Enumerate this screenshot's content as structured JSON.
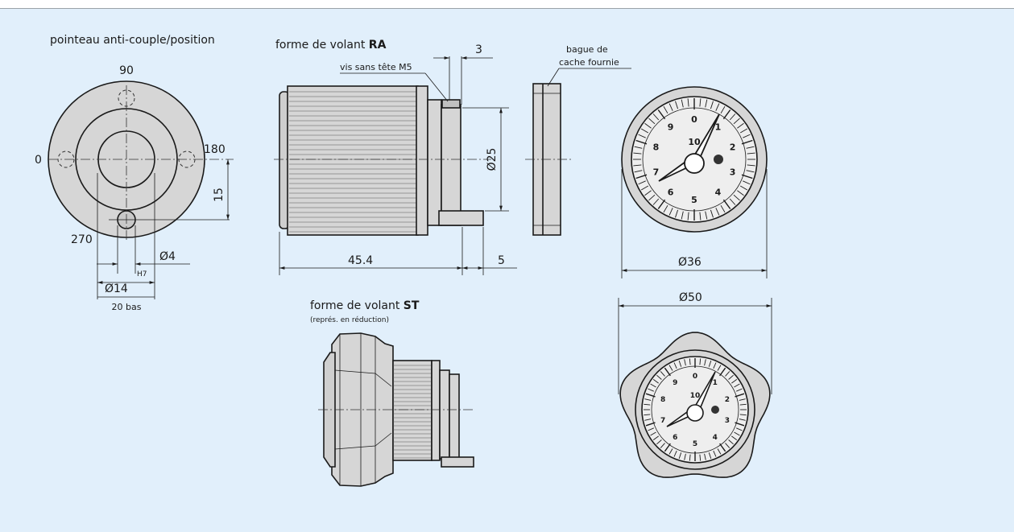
{
  "colors": {
    "background": "#e1effb",
    "part_fill": "#d6d6d6",
    "dial_fill": "#eeeeee",
    "line": "#1a1a1a"
  },
  "views": {
    "pointer_view": {
      "title": "pointeau anti-couple/position",
      "angle_top": "90",
      "angle_left": "0",
      "angle_right": "180",
      "angle_bottom": "270",
      "dim_offset": "15",
      "dim_pin": "Ø4",
      "dim_tolerance": "H7",
      "dim_bore": "Ø14",
      "dim_bottom_label": "20 bas"
    },
    "ra_view": {
      "title_prefix": "forme de volant ",
      "title_bold": "RA",
      "screw_label": "vis sans tête M5",
      "dim_3": "3",
      "dim_25": "Ø25",
      "dim_length": "45.4",
      "dim_5": "5"
    },
    "ring_view": {
      "label_line1": "bague de",
      "label_line2": "cache fournie"
    },
    "dial_ra": {
      "dim_diameter": "Ø36"
    },
    "st_view": {
      "title_prefix": "forme de volant ",
      "title_bold": "ST",
      "note": "(représ. en réduction)"
    },
    "dial_st": {
      "dim_diameter": "Ø50"
    }
  },
  "dial": {
    "numbers": [
      "0",
      "1",
      "2",
      "3",
      "4",
      "5",
      "6",
      "7",
      "8",
      "9"
    ],
    "counter_label": "10"
  }
}
